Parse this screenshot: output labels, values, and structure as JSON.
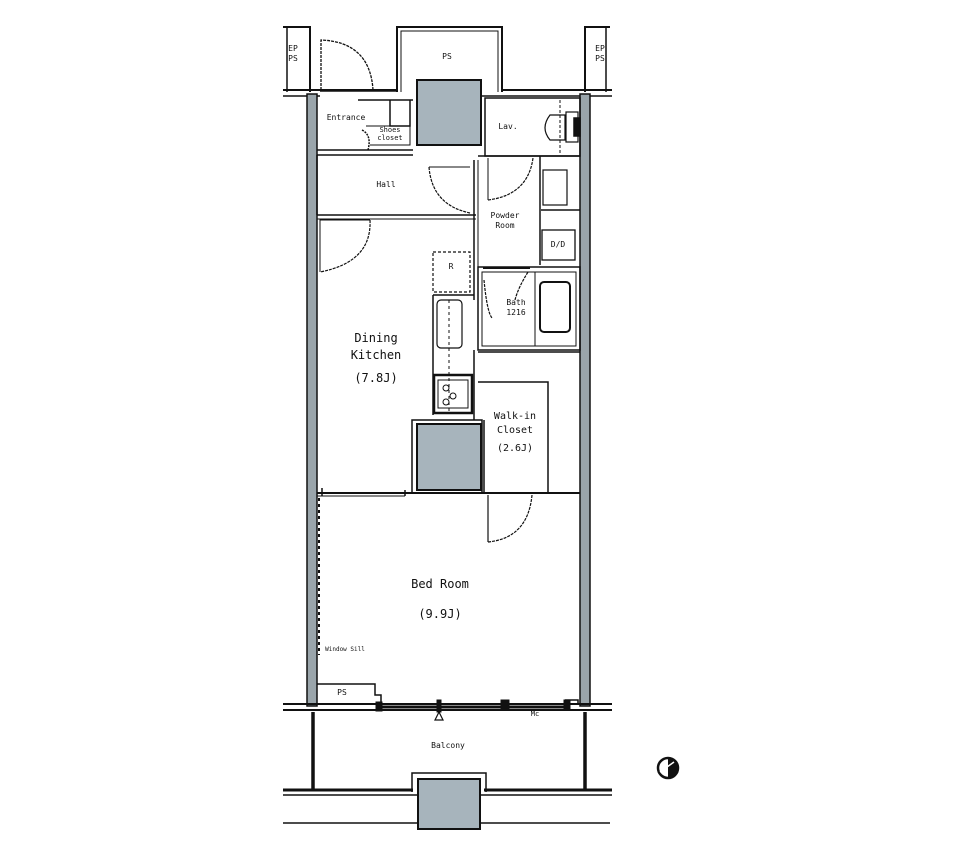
{
  "floorplan": {
    "colors": {
      "wall": "#111111",
      "pillar": "#a7b4bc",
      "wall_gray": "#9aa5ab",
      "background": "#ffffff"
    },
    "rooms": {
      "entrance": {
        "label": "Entrance"
      },
      "shoes_closet": {
        "label": "Shoes closet"
      },
      "hall": {
        "label": "Hall"
      },
      "lavatory": {
        "label": "Lav."
      },
      "powder_room": {
        "label_line1": "Powder",
        "label_line2": "Room"
      },
      "washer_dryer": {
        "label": "D/D"
      },
      "refrigerator": {
        "label": "R"
      },
      "bath": {
        "label_line1": "Bath",
        "label_line2": "1216"
      },
      "dining_kitchen": {
        "label_line1": "Dining",
        "label_line2": "Kitchen",
        "area": "(7.8J)"
      },
      "walk_in_closet": {
        "label_line1": "Walk-in",
        "label_line2": "Closet",
        "area": "(2.6J)"
      },
      "bed_room": {
        "label": "Bed Room",
        "area": "(9.9J)"
      },
      "window_sill": {
        "label": "Window Sill"
      },
      "balcony": {
        "label": "Balcony"
      }
    },
    "markers": {
      "ps_top": "PS",
      "ps_bedroom": "PS",
      "ep_ps_left_line1": "EP",
      "ep_ps_left_line2": "PS",
      "ep_ps_right_line1": "EP",
      "ep_ps_right_line2": "PS",
      "mc": "Mc"
    },
    "compass": {
      "icon": "north-compass"
    }
  }
}
